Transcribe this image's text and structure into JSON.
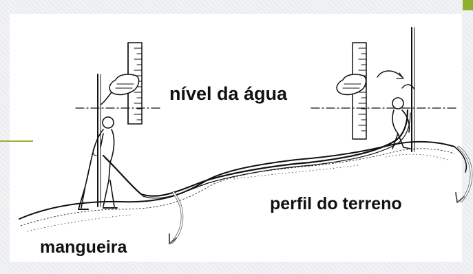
{
  "labels": {
    "water_level": "nível da água",
    "terrain_profile": "perfil do terreno",
    "hose": "mangueira"
  },
  "colors": {
    "ink": "#111111",
    "accent_green": "#9bb13a",
    "panel": "#ffffff",
    "background": "#eef0f2"
  },
  "icons": [
    "surveyor-left-icon",
    "surveyor-right-icon",
    "hand-icon",
    "graduated-rod-icon",
    "curved-arrow-icon"
  ]
}
